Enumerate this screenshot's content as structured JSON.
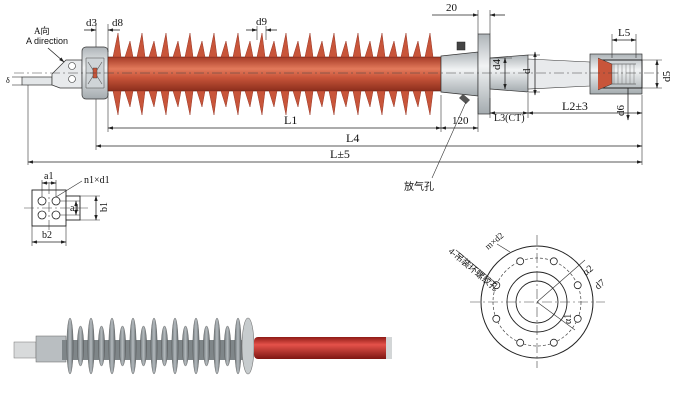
{
  "labels": {
    "a_dir_cn": "A向",
    "a_dir_en": "A direction",
    "d3": "d3",
    "d8": "d8",
    "d9": "d9",
    "dim20": "20",
    "L5": "L5",
    "d4": "d4",
    "d": "d",
    "d5": "d5",
    "d6": "d6",
    "L1": "L1",
    "L120": "120",
    "L3ct": "L3(CT)",
    "L2pm3": "L2±3",
    "L4": "L4",
    "Lpm5": "L±5",
    "vent_hole": "放气孔",
    "n1xd1": "n1×d1",
    "a1_top": "a1",
    "a1_side": "a1",
    "b1": "b1",
    "b2": "b2",
    "ring_holes": "4-吊装环螺纹孔",
    "mxd2": "m×d2",
    "alpha2": "α2",
    "d7": "d7",
    "alpha1": "α1",
    "delta": "δ"
  },
  "colors": {
    "shed_red": "#c8553a",
    "shed_dark": "#9a3524",
    "metal": "#d9dde0",
    "grey_shed": "#8f9699",
    "photo_tube": "#c0302a"
  }
}
